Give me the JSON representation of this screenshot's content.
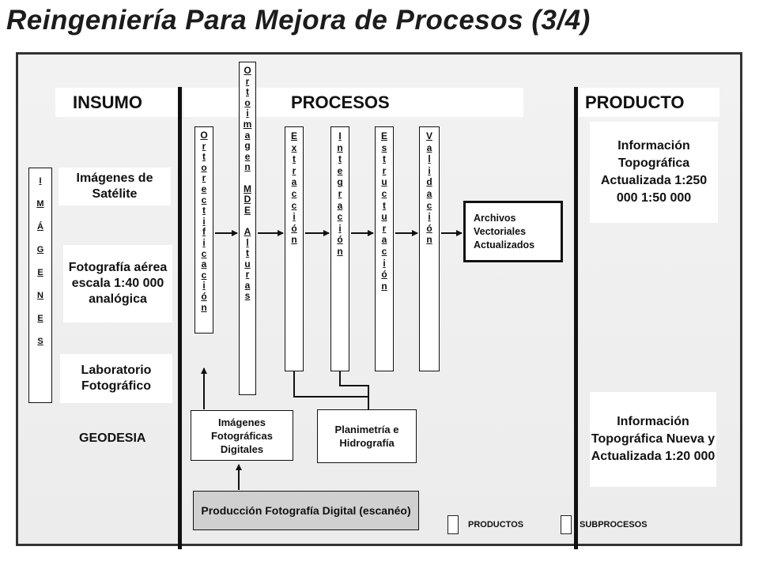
{
  "title": "Reingeniería Para Mejora de Procesos (3/4)",
  "headers": {
    "insumo": "INSUMO",
    "procesos": "PROCESOS",
    "producto": "PRODUCTO"
  },
  "imagenes_vertical": "IMÁGENES",
  "inputs": {
    "satelite": "Imágenes de Satélite",
    "aerea": "Fotografía aérea escala 1:40 000 analógica",
    "laboratorio": "Laboratorio Fotográfico",
    "geodesia": "GEODESIA"
  },
  "process_columns": [
    "Ortorectificación",
    "Ortoimagen MDE Alturas",
    "Extracción",
    "Integración",
    "Estructuración",
    "Validación"
  ],
  "archivos": "Archivos Vectoriales Actualizados",
  "imagenes_digitales": "Imágenes Fotográficas Digitales",
  "planimetria": "Planimetría e Hidrografía",
  "produccion": "Producción Fotografía Digital (escanéo)",
  "outputs": {
    "actualizada": "Información Topográfica Actualizada 1:250 000 1:50 000",
    "nueva": "Información Topográfica Nueva y Actualizada 1:20 000"
  },
  "legend": {
    "productos": "PRODUCTOS",
    "subprocesos": "SUBPROCESOS"
  },
  "colors": {
    "box_gray": "#d0d0d0",
    "frame_bg": "#efefef",
    "line": "#111111"
  }
}
